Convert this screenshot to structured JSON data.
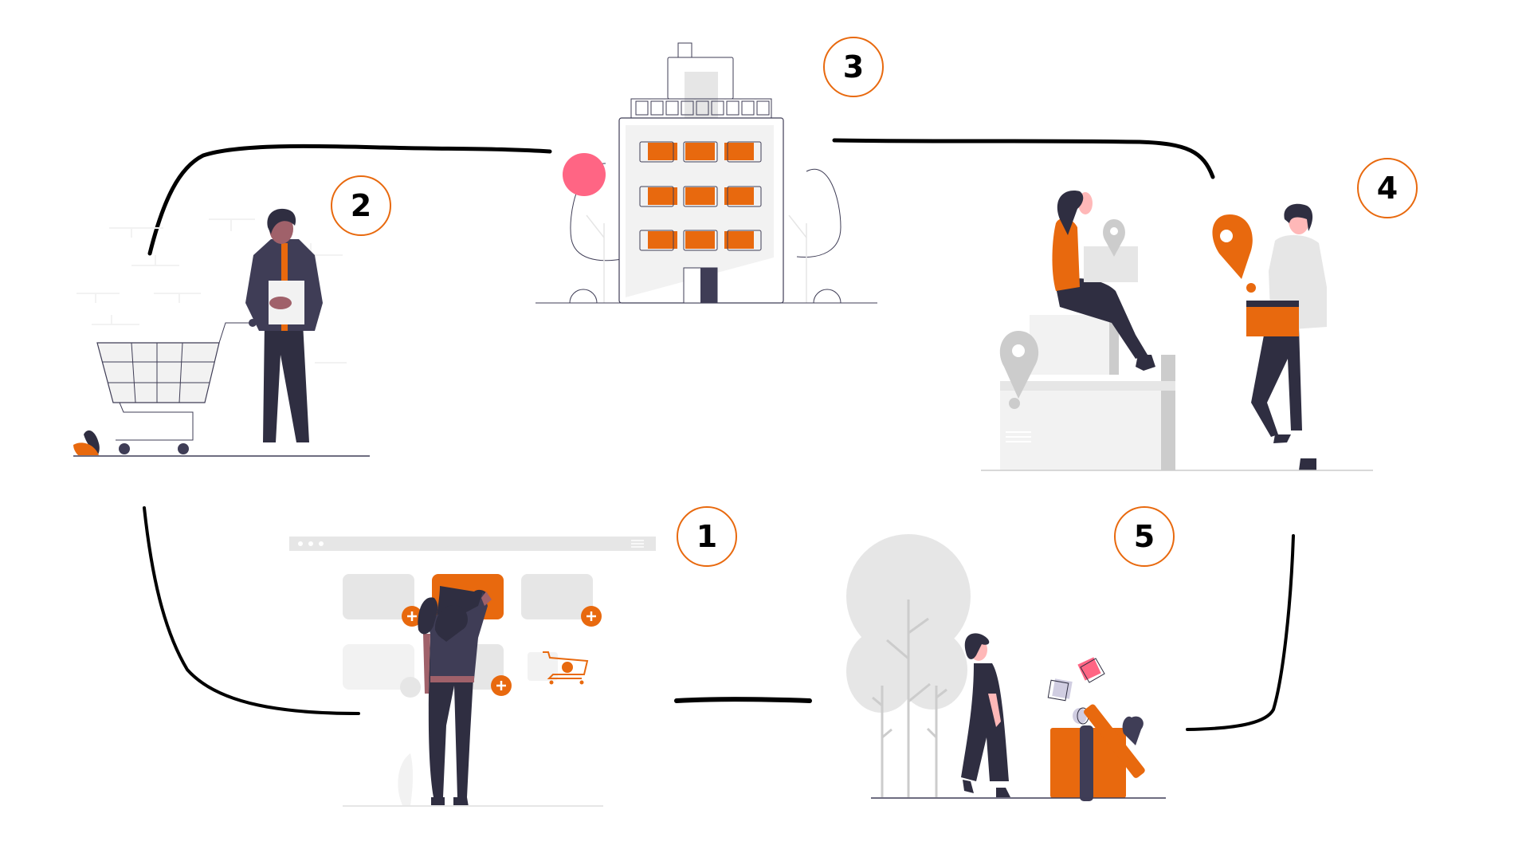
{
  "diagram": {
    "type": "process-cycle",
    "colors": {
      "accent": "#e8690e",
      "dark": "#2f2e41",
      "jacket": "#3f3d56",
      "light_gray": "#e6e6e6",
      "lighter_gray": "#f2f2f2",
      "pink": "#ff6584",
      "skin_light": "#ffb8b8",
      "skin_dark": "#a0616a",
      "connector": "#000000"
    },
    "steps": [
      {
        "number": "1",
        "scene": "woman-selecting-product-on-website",
        "icon": "add-to-cart-icon"
      },
      {
        "number": "2",
        "scene": "man-with-shopping-cart-and-list",
        "icon": "shopping-cart-icon"
      },
      {
        "number": "3",
        "scene": "warehouse-building",
        "icon": "building-icon"
      },
      {
        "number": "4",
        "scene": "package-delivery-with-location-pins",
        "icon": "location-pin-icon"
      },
      {
        "number": "5",
        "scene": "woman-opening-gift-box",
        "icon": "gift-icon"
      }
    ],
    "connectors": [
      {
        "from": "1",
        "to": "2"
      },
      {
        "from": "2",
        "to": "3"
      },
      {
        "from": "3",
        "to": "4"
      },
      {
        "from": "4",
        "to": "5"
      },
      {
        "from": "5",
        "to": "1"
      }
    ]
  }
}
